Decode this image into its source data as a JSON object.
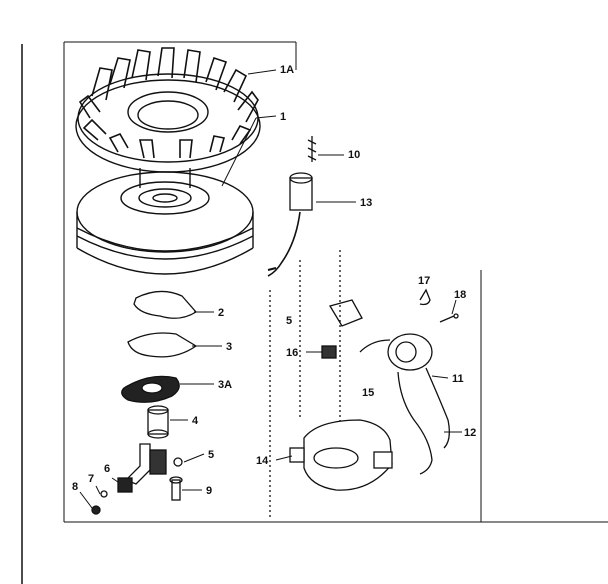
{
  "diagram": {
    "callouts": {
      "c_1A": "1A",
      "c_1": "1",
      "c_10": "10",
      "c_13": "13",
      "c_2": "2",
      "c_3": "3",
      "c_3A": "3A",
      "c_4": "4",
      "c_5a": "5",
      "c_5b": "5",
      "c_9": "9",
      "c_6": "6",
      "c_7": "7",
      "c_8": "8",
      "c_16": "16",
      "c_15": "15",
      "c_14": "14",
      "c_17": "17",
      "c_18": "18",
      "c_11": "11",
      "c_12": "12"
    }
  }
}
